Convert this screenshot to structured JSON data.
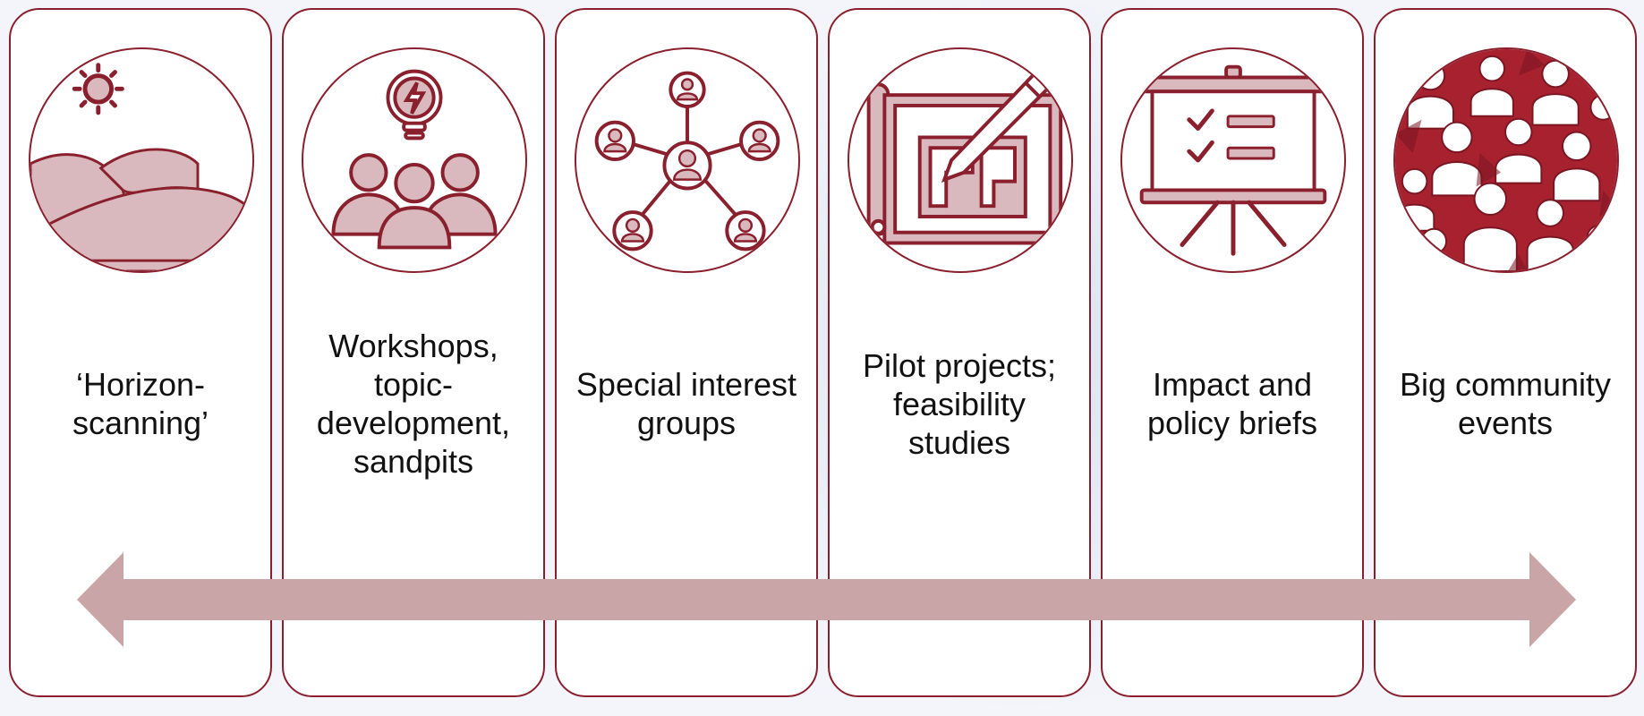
{
  "stages": [
    {
      "id": "horizon",
      "label": "‘Horizon-scanning’",
      "icon": "sun-hills-icon"
    },
    {
      "id": "workshops",
      "label": "Workshops, topic-development, sandpits",
      "icon": "lightbulb-people-icon"
    },
    {
      "id": "sig",
      "label": "Special interest groups",
      "icon": "network-people-icon"
    },
    {
      "id": "pilot",
      "label": "Pilot projects; feasibility studies",
      "icon": "blueprint-pencil-icon"
    },
    {
      "id": "impact",
      "label": "Impact and policy briefs",
      "icon": "presentation-board-icon"
    },
    {
      "id": "events",
      "label": "Big community events",
      "icon": "crowd-icon"
    }
  ],
  "colors": {
    "accent": "#8a1f2d",
    "fill": "#d9b9bd",
    "arrow": "#c9a5a7"
  }
}
